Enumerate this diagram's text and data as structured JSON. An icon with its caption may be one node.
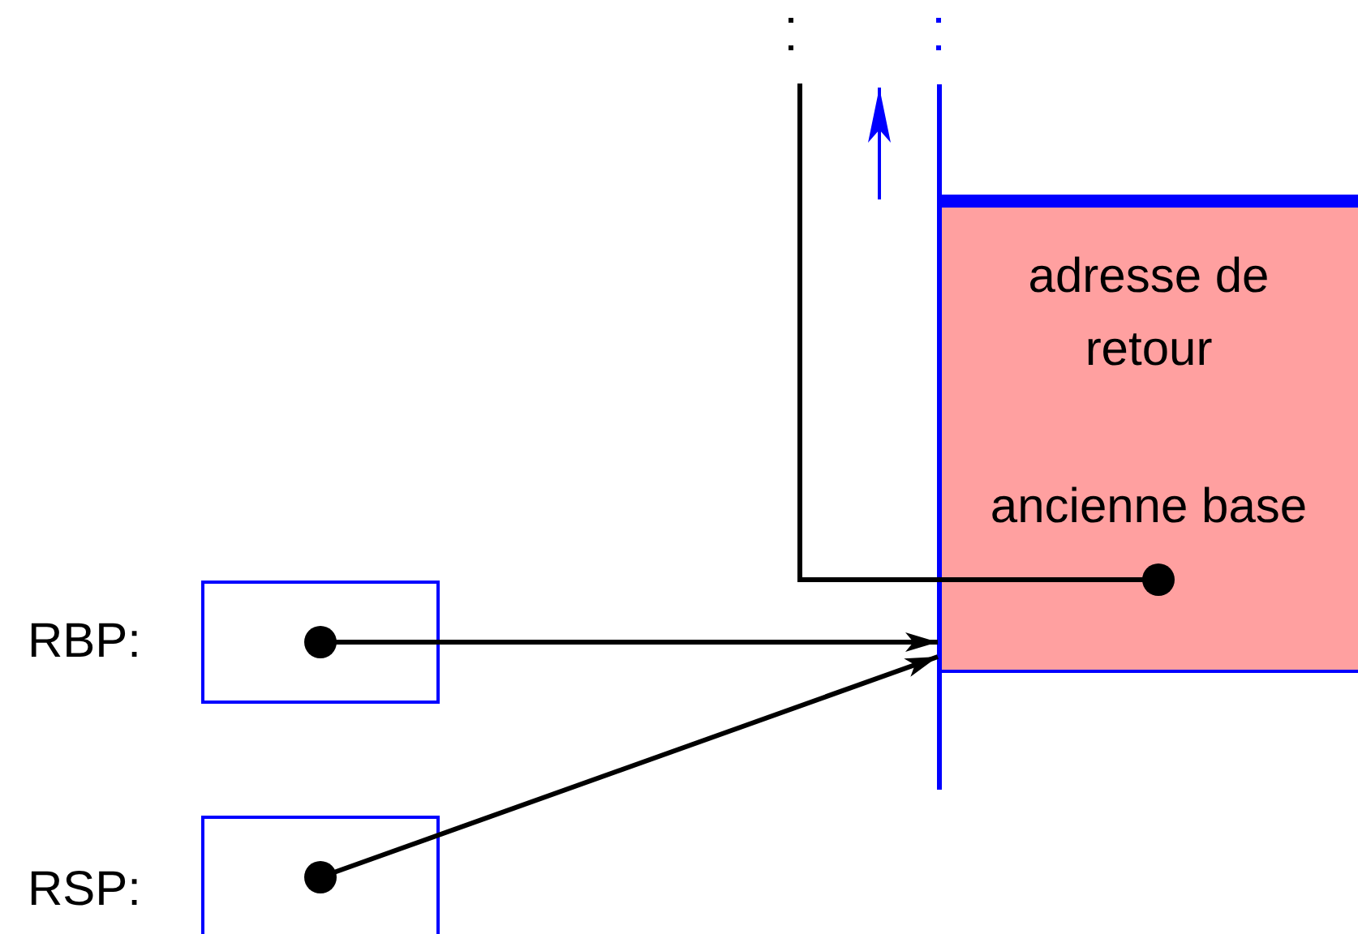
{
  "diagram": {
    "nodes": [
      {
        "text": [
          "adresse de retour"
        ]
      },
      {
        "text": [
          "ancienne base"
        ]
      },
      {
        "text": [],
        "shape": "box",
        "beside": [
          "RBP:"
        ]
      },
      {
        "text": [],
        "shape": "box",
        "beside": [
          "RSP:"
        ]
      }
    ],
    "edges": [
      {
        "from": 2,
        "to": 1,
        "arrow": "to"
      },
      {
        "from": 3,
        "to": 1,
        "arrow": "to"
      },
      {
        "from": 1,
        "to": null,
        "arrow": "other"
      }
    ]
  }
}
